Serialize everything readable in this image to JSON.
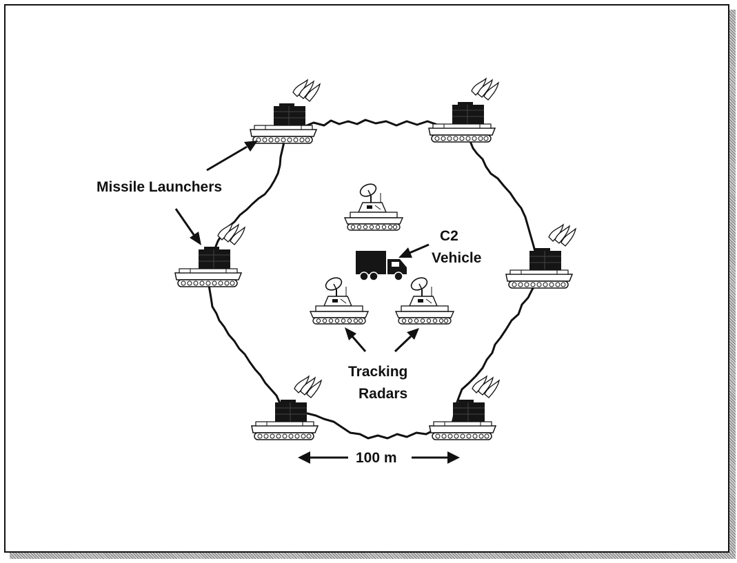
{
  "labels": {
    "missile_launchers": "Missile Launchers",
    "c2_line1": "C2",
    "c2_line2": "Vehicle",
    "tracking_line1": "Tracking",
    "tracking_line2": "Radars",
    "scale": "100 m"
  },
  "icons": {
    "launcher": "missile-launcher-icon",
    "radar": "tracking-radar-icon",
    "c2": "c2-truck-icon"
  },
  "colors": {
    "ink": "#111111",
    "background": "#ffffff"
  }
}
